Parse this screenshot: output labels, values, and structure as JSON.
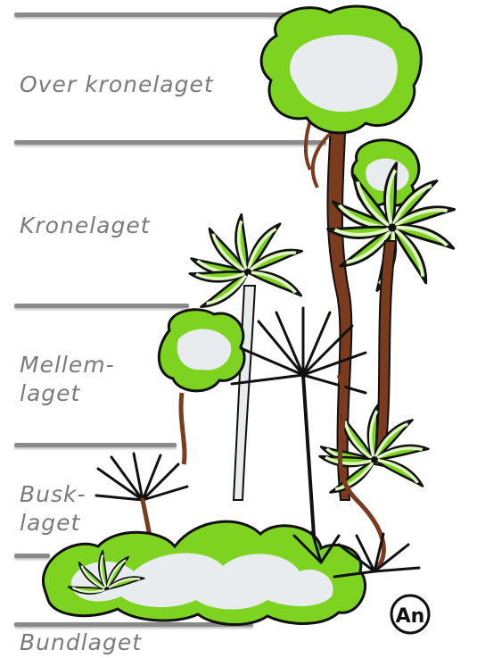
{
  "layers": [
    {
      "id": "emergent",
      "label": "Over kronelaget"
    },
    {
      "id": "canopy",
      "label": "Kronelaget"
    },
    {
      "id": "understory_l1",
      "label": "Mellem-"
    },
    {
      "id": "understory_l2",
      "label": "laget"
    },
    {
      "id": "shrub_l1",
      "label": "Busk-"
    },
    {
      "id": "shrub_l2",
      "label": "laget"
    },
    {
      "id": "floor",
      "label": "Bundlaget"
    }
  ],
  "signature": "An",
  "colors": {
    "leaf": "#7ed321",
    "leaf_light": "#b8ec6a",
    "trunk": "#7a3b1e",
    "outline": "#111111",
    "rule": "#8a8a8a",
    "label": "#7a7a7a"
  }
}
